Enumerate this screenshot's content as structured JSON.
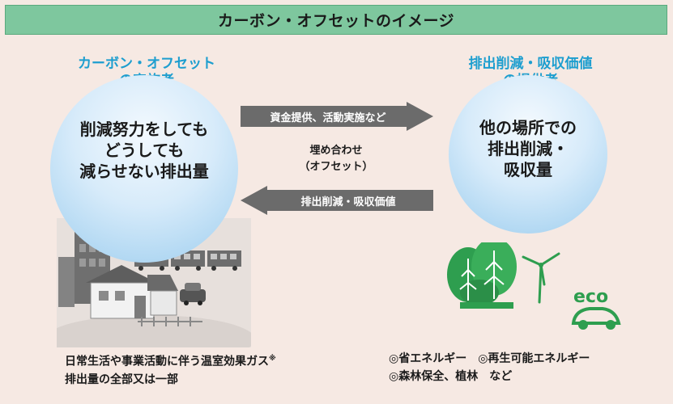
{
  "title": "カーボン・オフセットのイメージ",
  "left_party": {
    "role_line1": "カーボン・オフセット",
    "role_line2": "の実施者",
    "body_line1": "削減努力をしても",
    "body_line2": "どうしても",
    "body_line3": "減らせない排出量"
  },
  "right_party": {
    "role_line1": "排出削減・吸収価値",
    "role_line2": "の提供者",
    "body_line1": "他の場所での",
    "body_line2": "排出削減・",
    "body_line3": "吸収量"
  },
  "arrows": {
    "to_right_label": "資金提供、活動実施など",
    "to_left_label": "排出削減・吸収価値"
  },
  "center": {
    "line1": "埋め合わせ",
    "line2": "（オフセット）"
  },
  "captions": {
    "left_line1": "日常生活や事業活動に伴う温室効果ガス",
    "left_note_mark": "※",
    "left_line2": "排出量の全部又は一部",
    "right_line1": "◎省エネルギー　◎再生可能エネルギー",
    "right_line2": "◎森林保全、植林　など"
  },
  "eco_label": "eco",
  "colors": {
    "title_bar": "#7ec79e",
    "role_text": "#1d9ecf",
    "arrow": "#6b6b6b",
    "eco_green": "#2e9e4f",
    "background": "#f6e9e3"
  }
}
